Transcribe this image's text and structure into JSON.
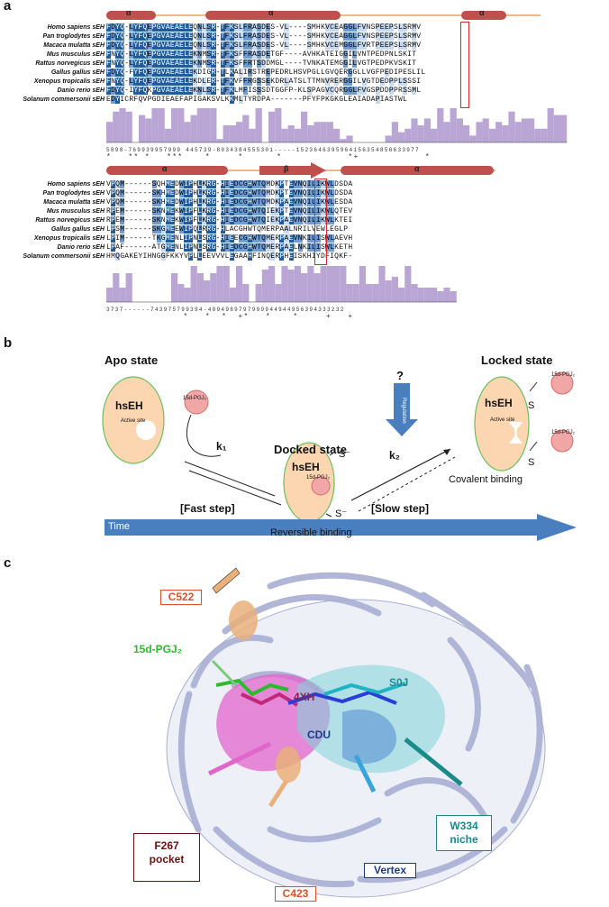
{
  "panels": {
    "a": "a",
    "b": "b",
    "c": "c"
  },
  "alignment1": {
    "ss": [
      "α",
      "α",
      "α"
    ],
    "rows": [
      {
        "species": "Homo sapiens sEH",
        "seq": "FDYQ-LYFQEPGVAEAELEQNLSR-TFKSLFRASDES-VL----SMHKVCEAGGLFVNSPEEPSLSRMV"
      },
      {
        "species": "Pan troglodytes sEH",
        "seq": "FDYQ-LYFQEPGVAEAELEQNLSR-TFKSLFRASDES-VL----SMHKVCEAGGLFVNSPEEPSLSRMV"
      },
      {
        "species": "Macaca mulatta sEH",
        "seq": "FDYQ-LYFQEPGVAEAELEQNLSR-TFKSLFRASDES-VL----SMHKVCEMGGLFVRTPEEPSLSRMV"
      },
      {
        "species": "Mus musculus sEH",
        "seq": "FNYQ-LYFQEPGVAEAELEKNMSR-TFKSFFRASDETGF----AVHKATEIGGILVNTPEDPNLSKIT"
      },
      {
        "species": "Rattus norvegicus sEH",
        "seq": "FNYQ-LYFQEPGVAEAELEKNMSR-TFKSFFRTSDDMGL----TVNKATEMGGILVGTPEDPKVSKIT"
      },
      {
        "species": "Gallus gallus sEH",
        "seq": "FDYQ-FYFQEPGVAEAELEKDIGR-TLKALIRSTREPEDRLHSVPGLLGVQERGGLLVGFPEDIPESLIL"
      },
      {
        "species": "Xenopus tropicalis sEH",
        "seq": "FNYQ-LYFQEPGVAEAELEKDLER-TFKVFFRGSSEKDRLATSLTTMNVRERGGILVGTDEDPPLSSSI"
      },
      {
        "species": "Danio rerio sEH",
        "seq": "FDYQ-IYFQKPGVAEAELEKNLSR-TFKLMFISSSDTGGFP-KLSPAGVCQRGGLFVGSPDDPPRSSML"
      },
      {
        "species": "Solanum commersonii sEH",
        "seq": "EDYICRFQVPGDIEAEFAPIGAKSVLKKMLTYRDPA-------PFYFPKGKGLEAIADAPIASTWL"
      }
    ],
    "conservation": "5898-769939957999 445739-8934384555301-----1523646395964156354856633977",
    "stars": "*   ** *   ***    *     *      *            *+            *"
  },
  "alignment2": {
    "ss": [
      "α",
      "β",
      "α"
    ],
    "rows": [
      {
        "species": "Homo sapiens sEH",
        "seq": "VPQM------SQHMEDWIPHLKRG-HIEDCGHWTQMDKPTEVNQILIKWLDSDA"
      },
      {
        "species": "Pan troglodytes sEH",
        "seq": "VPQM------SKHMEDWIPHLKRG-HIEDCGHWTQMDKPTEVNQILIKWLDSDA"
      },
      {
        "species": "Macaca mulatta sEH",
        "seq": "VPQM------SKHMEDWIPHLKRG-HIEDCGHWTQMDKPAEVNQILIKWLESDA"
      },
      {
        "species": "Mus musculus sEH",
        "seq": "RPEM------SKNMEKWIPFLKRG-HIEDCGHWTQIEKPTEVNQILIKWLQTEV"
      },
      {
        "species": "Rattus norvegicus sEH",
        "seq": "RPEM------SKNMEKWIPFLKRG-HIEDCGHWTQIEKPAEVNQILIKWLKTEI"
      },
      {
        "species": "Gallus gallus sEH",
        "seq": "LPSM------SKGMEEWIPQLRRG-HLACGHWTQMERPAALNRILVEWLEGLP"
      },
      {
        "species": "Xenopus tropicalis sEH",
        "seq": "LPIM------TKGMENLIPNLSRG-HIEECGHWTQMERPAEVNKILISWLAEVH"
      },
      {
        "species": "Danio rerio sEH",
        "seq": "LPAF------ATGMENLIPNLSRG-HIEDCGHWTQMERPAELNKILISWLKETH"
      },
      {
        "species": "Solanum commersonii sEH",
        "seq": "HMQGAKEYIHNGGFKKYVPLLEEVVVLEGAAHFINQERPHEISKHIYDFIQKF-"
      }
    ],
    "conservation": "3737------743975799394-4894989797999944944956394333232",
    "stars": "              *   *  *  +*   *    *     +   +"
  },
  "panel_b": {
    "apo_title": "Apo state",
    "hseh": "hsEH",
    "active_site": "Active site",
    "ligand": "15d-PGJ₂",
    "docked_title": "Docked state",
    "s_minus": "S⁻",
    "reversible": "Reversible binding",
    "k1": "k₁",
    "k2": "k₂",
    "question": "?",
    "regulation": "Regulation",
    "locked_title": "Locked state",
    "s": "S",
    "covalent": "Covalent binding",
    "fast": "[Fast step]",
    "slow": "[Slow step]",
    "time": "Time"
  },
  "panel_c": {
    "c522": "C522",
    "ligand": "15d-PGJ₂",
    "h4x": "4XH",
    "s0j": "S0J",
    "cdu": "CDU",
    "f267_line1": "F267",
    "f267_line2": "pocket",
    "vertex": "Vertex",
    "w334_line1": "W334",
    "w334_line2": "niche",
    "c423": "C423"
  },
  "colors": {
    "helix": "#c0504d",
    "loop": "#e8a060",
    "hist": "#b9a6d4",
    "time_arrow": "#4a7fbf",
    "protein": "#b6bcd8",
    "magenta": "#e066cc",
    "cyan": "#7fd6d8",
    "orange": "#e9b07a"
  }
}
